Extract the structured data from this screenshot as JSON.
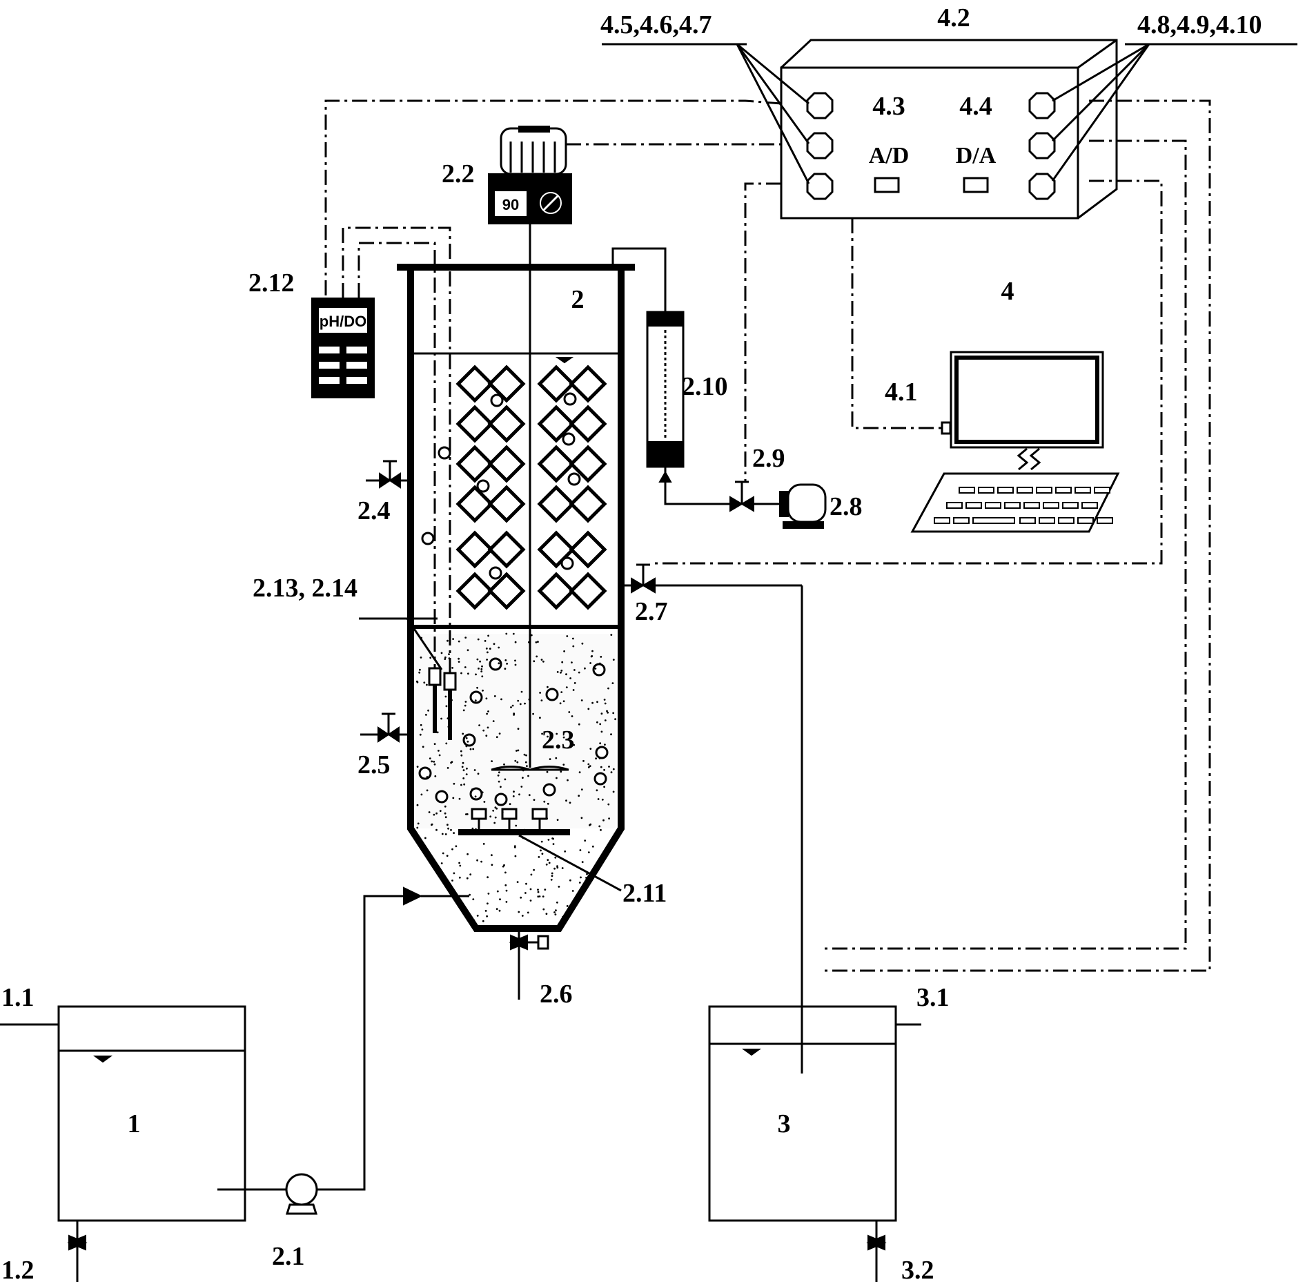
{
  "labels": {
    "l_1": "1",
    "l_1_1": "1.1",
    "l_1_2": "1.2",
    "l_2": "2",
    "l_2_1": "2.1",
    "l_2_2": "2.2",
    "l_2_3": "2.3",
    "l_2_4": "2.4",
    "l_2_5": "2.5",
    "l_2_6": "2.6",
    "l_2_7": "2.7",
    "l_2_8": "2.8",
    "l_2_9": "2.9",
    "l_2_10": "2.10",
    "l_2_11": "2.11",
    "l_2_12": "2.12",
    "l_2_13_14": "2.13, 2.14",
    "l_3": "3",
    "l_3_1": "3.1",
    "l_3_2": "3.2",
    "l_4": "4",
    "l_4_1": "4.1",
    "l_4_2": "4.2",
    "l_4_3": "4.3",
    "l_4_4": "4.4",
    "l_4_5_7": "4.5,4.6,4.7",
    "l_4_8_10": "4.8,4.9,4.10"
  },
  "panel": {
    "ad": "A/D",
    "da": "D/A"
  },
  "motor_display": "90",
  "meter_display": "pH/DO"
}
